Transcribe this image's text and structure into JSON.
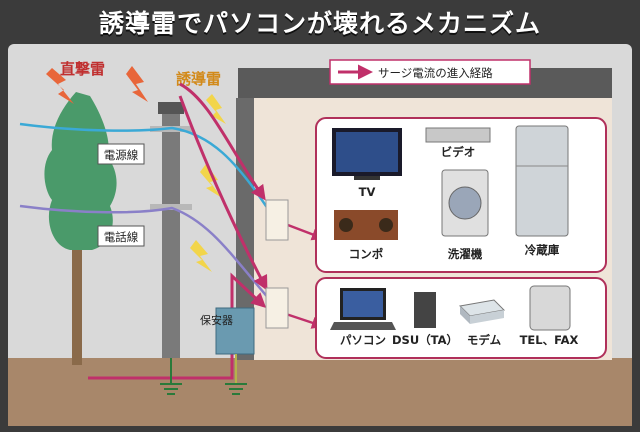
{
  "title": "誘導雷でパソコンが壊れるメカニズム",
  "legend": {
    "label": "サージ電流の進入経路",
    "color": "#c0306a"
  },
  "labels": {
    "direct_strike": "直撃雷",
    "induced_strike": "誘導雷",
    "power_line": "電源線",
    "phone_line": "電話線",
    "protector": "保安器"
  },
  "appliances_power": [
    {
      "name": "TV",
      "icon": "tv-icon"
    },
    {
      "name": "ビデオ",
      "icon": "video-deck-icon"
    },
    {
      "name": "冷蔵庫",
      "icon": "refrigerator-icon"
    },
    {
      "name": "コンポ",
      "icon": "stereo-icon"
    },
    {
      "name": "洗濯機",
      "icon": "washing-machine-icon"
    }
  ],
  "appliances_phone": [
    {
      "name": "パソコン",
      "icon": "laptop-icon"
    },
    {
      "name": "DSU（TA）",
      "icon": "dsu-icon"
    },
    {
      "name": "モデム",
      "icon": "modem-icon"
    },
    {
      "name": "TEL、FAX",
      "icon": "phone-icon"
    }
  ],
  "colors": {
    "background": "#3b3b3b",
    "sky": "#dcdcdc",
    "ground": "#a8876a",
    "surge": "#c0306a",
    "power_wire": "#3aa9d6",
    "phone_wire": "#8a80c8",
    "lightning": "#f2d54a",
    "lightning_red": "#e8663a",
    "tree": "#4a9a6a"
  }
}
